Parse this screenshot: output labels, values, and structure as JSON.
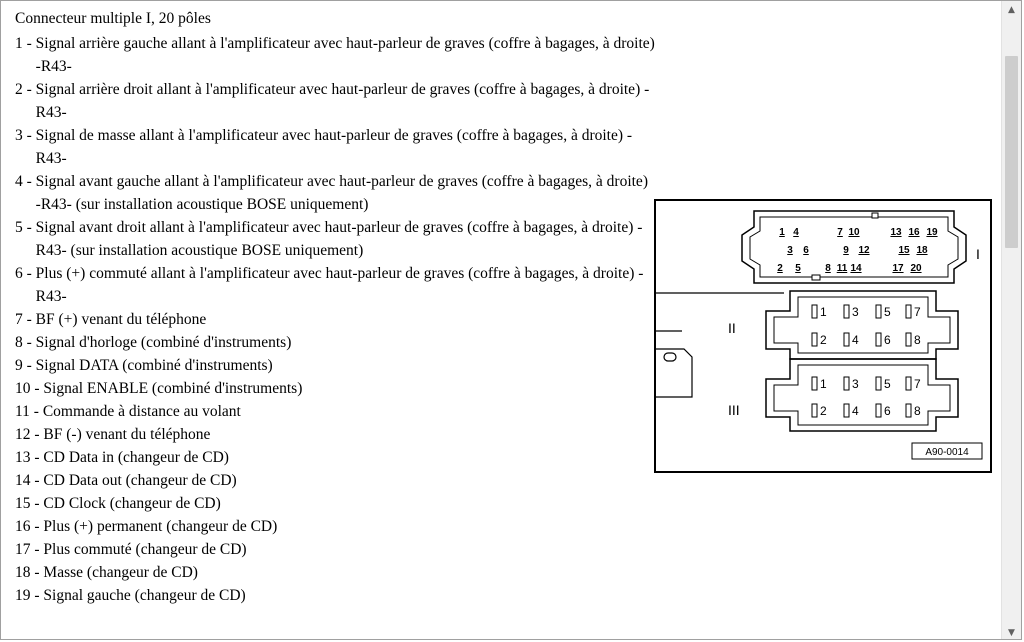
{
  "heading": "Connecteur multiple I, 20 pôles",
  "pins": [
    {
      "num": "1 - ",
      "text": "Signal arrière gauche allant à l'amplificateur avec haut-parleur de graves (coffre à bagages, à droite) -R43-"
    },
    {
      "num": "2 - ",
      "text": "Signal arrière droit allant à l'amplificateur avec haut-parleur de graves (coffre à bagages, à droite) -R43-"
    },
    {
      "num": "3 - ",
      "text": "Signal de masse allant à l'amplificateur avec haut-parleur de graves (coffre à bagages, à droite) -R43-"
    },
    {
      "num": "4 - ",
      "text": "Signal avant gauche allant à l'amplificateur avec haut-parleur de graves (coffre à bagages, à droite) -R43- (sur installation acoustique BOSE uniquement)"
    },
    {
      "num": "5 - ",
      "text": "Signal avant droit allant à l'amplificateur avec haut-parleur de graves (coffre à bagages, à droite) -R43- (sur installation acoustique BOSE uniquement)"
    },
    {
      "num": "6 - ",
      "text": "Plus (+) commuté allant à l'amplificateur avec haut-parleur de graves (coffre à bagages, à droite) -R43-"
    },
    {
      "num": "7 - ",
      "text": "BF (+) venant du téléphone"
    },
    {
      "num": "8 - ",
      "text": "Signal d'horloge (combiné d'instruments)"
    },
    {
      "num": "9 - ",
      "text": "Signal DATA (combiné d'instruments)"
    },
    {
      "num": "10 - ",
      "text": "Signal ENABLE (combiné d'instruments)"
    },
    {
      "num": "11 - ",
      "text": "Commande à distance au volant"
    },
    {
      "num": "12 - ",
      "text": "BF (-) venant du téléphone"
    },
    {
      "num": "13 - ",
      "text": "CD Data in (changeur de CD)"
    },
    {
      "num": "14 - ",
      "text": "CD Data out (changeur de CD)"
    },
    {
      "num": "15 - ",
      "text": "CD Clock (changeur de CD)"
    },
    {
      "num": "16 - ",
      "text": "Plus (+) permanent (changeur de CD)"
    },
    {
      "num": "17 - ",
      "text": "Plus commuté (changeur de CD)"
    },
    {
      "num": "18 - ",
      "text": "Masse (changeur de CD)"
    },
    {
      "num": "19 - ",
      "text": "Signal gauche (changeur de CD)"
    }
  ],
  "diagram": {
    "connector_labels": {
      "I": "I",
      "II": "II",
      "III": "III"
    },
    "top_row": [
      "1",
      "4",
      "7",
      "10",
      "13",
      "16",
      "19"
    ],
    "mid_row": [
      "3",
      "6",
      "9",
      "12",
      "15",
      "18"
    ],
    "bottom_row": [
      "2",
      "5",
      "8",
      "11",
      "14",
      "17",
      "20"
    ],
    "block_pins_row1": [
      "1",
      "3",
      "5",
      "7"
    ],
    "block_pins_row2": [
      "2",
      "4",
      "6",
      "8"
    ],
    "reference": "A90-0014"
  },
  "scrollbar": {
    "up_icon": "▲",
    "down_icon": "▼"
  }
}
